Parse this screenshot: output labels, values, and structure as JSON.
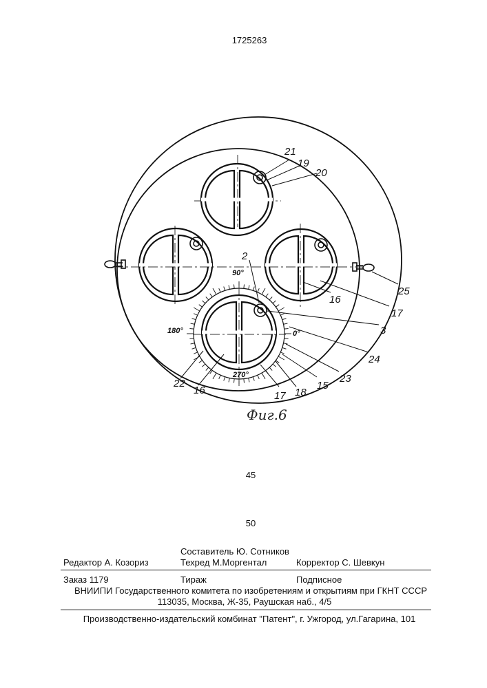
{
  "header": {
    "patent_number": "1725263"
  },
  "figure": {
    "caption": "Фиг.6",
    "labels": [
      "21",
      "19",
      "20",
      "2",
      "25",
      "16",
      "17",
      "3",
      "24",
      "23",
      "15",
      "18",
      "17",
      "16",
      "22"
    ],
    "dial": {
      "deg_90": "90°",
      "deg_180": "180°",
      "deg_0": "0°",
      "deg_270": "270°"
    }
  },
  "line_numbers": {
    "n45": "45",
    "n50": "50"
  },
  "credits": {
    "compiler": "Составитель  Ю. Сотников",
    "editor": "Редактор  А. Козориз",
    "techred": "Техред М.Моргентал",
    "corrector": "Корректор  С. Шевкун"
  },
  "order": {
    "order_no": "Заказ  1179",
    "circulation": "Тираж",
    "subscription": "Подписное",
    "institute": "ВНИИПИ Государственного комитета по изобретениям и открытиям при ГКНТ СССР",
    "address": "113035, Москва, Ж-35, Раушская наб., 4/5"
  },
  "publisher": "Производственно-издательский комбинат \"Патент\", г. Ужгород, ул.Гагарина, 101"
}
